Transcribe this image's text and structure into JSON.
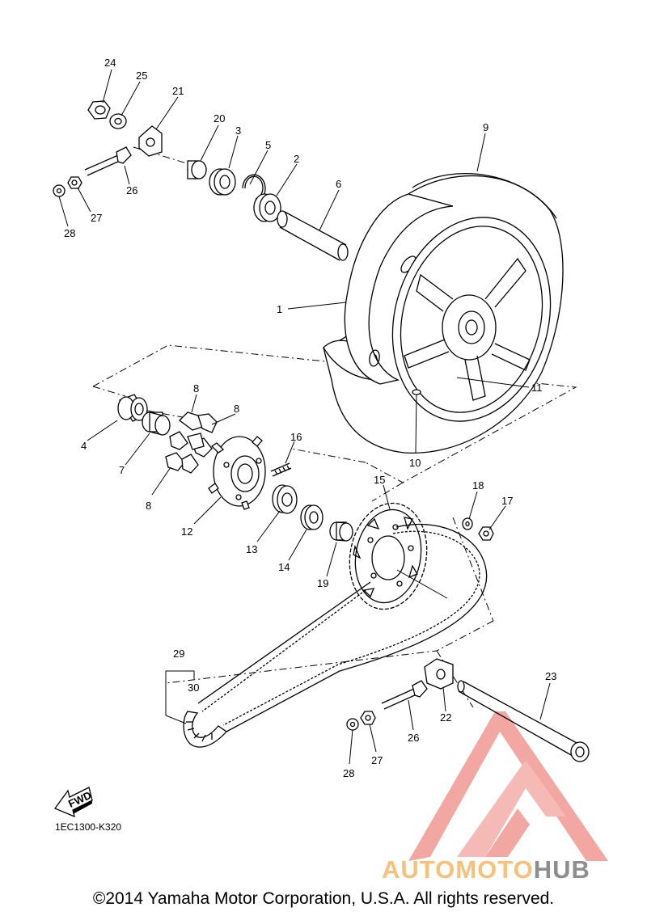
{
  "diagram": {
    "callouts": [
      "24",
      "25",
      "21",
      "20",
      "3",
      "5",
      "2",
      "6",
      "9",
      "26",
      "27",
      "28",
      "1",
      "8",
      "8",
      "4",
      "7",
      "8",
      "16",
      "12",
      "10",
      "11",
      "15",
      "18",
      "17",
      "13",
      "14",
      "19",
      "29",
      "30",
      "23",
      "22",
      "26",
      "27",
      "28"
    ],
    "code": "1EC1300-K320",
    "fwd_label": "FWD"
  },
  "watermark": {
    "part1": "AUTOMOTO",
    "part2": "HUB",
    "color1": "#f7c17a",
    "color2": "#8e8e8e",
    "logo_color": "#f08a84"
  },
  "copyright": "©2014 Yamaha Motor Corporation, U.S.A. All rights reserved."
}
